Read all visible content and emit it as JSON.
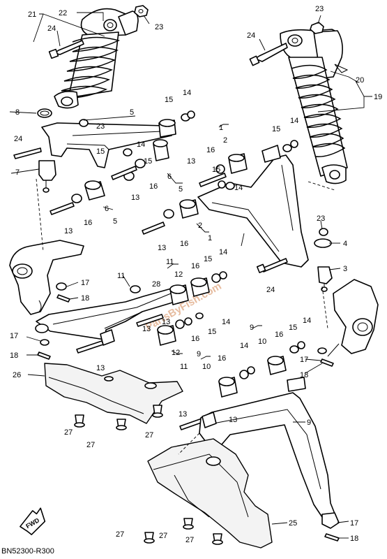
{
  "diagram_code": "BN52300-R300",
  "fwd_label": "FWD",
  "watermark": "PartsByFish.com",
  "callouts": {
    "c1": "1",
    "c1b": "1",
    "c2": "2",
    "c2b": "2",
    "c3": "3",
    "c4": "4",
    "c5": "5",
    "c5b": "5",
    "c5c": "5",
    "c6": "6",
    "c6b": "6",
    "c7": "7",
    "c8": "8",
    "c9": "9",
    "c9b": "9",
    "c9c": "9",
    "c10": "10",
    "c10b": "10",
    "c11": "11",
    "c11b": "11",
    "c11c": "11",
    "c12": "12",
    "c12b": "12",
    "c13a": "13",
    "c13b": "13",
    "c13c": "13",
    "c13d": "13",
    "c13e": "13",
    "c13f": "13",
    "c13g": "13",
    "c13h": "13",
    "c14a": "14",
    "c14b": "14",
    "c14c": "14",
    "c14d": "14",
    "c14e": "14",
    "c14f": "14",
    "c14g": "14",
    "c14h": "14",
    "c15a": "15",
    "c15b": "15",
    "c15c": "15",
    "c15d": "15",
    "c15e": "15",
    "c15f": "15",
    "c15g": "15",
    "c15h": "15",
    "c16a": "16",
    "c16b": "16",
    "c16c": "16",
    "c16d": "16",
    "c16e": "16",
    "c16f": "16",
    "c16g": "16",
    "c16h": "16",
    "c17a": "17",
    "c17b": "17",
    "c17c": "17",
    "c17d": "17",
    "c18a": "18",
    "c18b": "18",
    "c18c": "18",
    "c18d": "18",
    "c19": "19",
    "c20": "20",
    "c21": "21",
    "c22": "22",
    "c23a": "23",
    "c23b": "23",
    "c23c": "23",
    "c23d": "23",
    "c24a": "24",
    "c24b": "24",
    "c24c": "24",
    "c24d": "24",
    "c25": "25",
    "c26": "26",
    "c27a": "27",
    "c27b": "27",
    "c27c": "27",
    "c27d": "27",
    "c27e": "27",
    "c27f": "27",
    "c28": "28"
  }
}
